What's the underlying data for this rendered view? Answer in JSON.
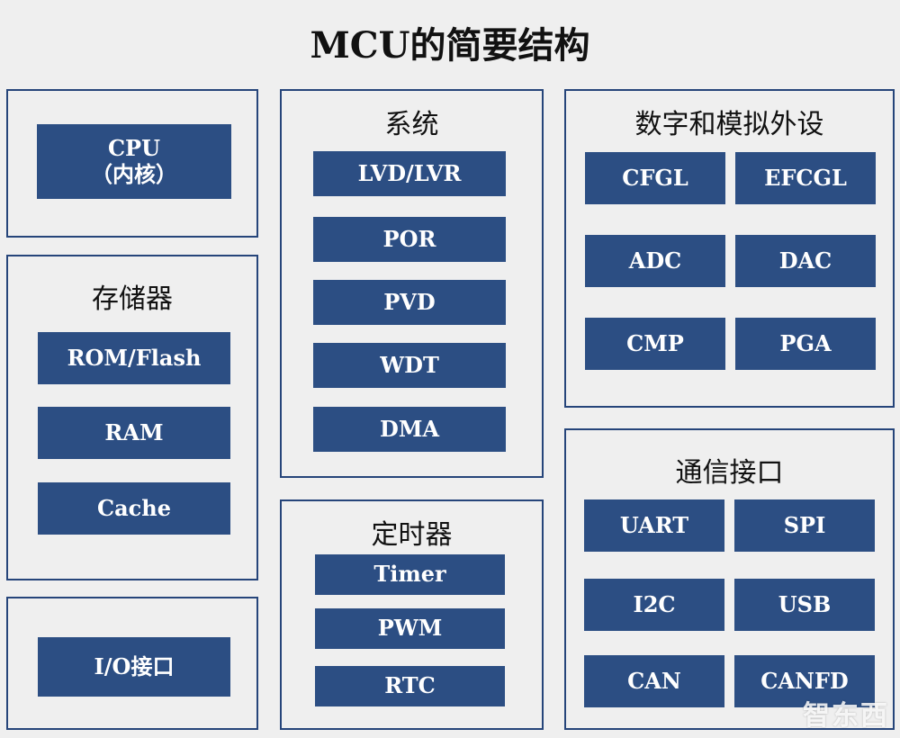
{
  "title": "MCU的简要结构",
  "cpu": {
    "line1": "CPU",
    "line2": "（内核）"
  },
  "memory": {
    "title": "存储器",
    "items": [
      "ROM/Flash",
      "RAM",
      "Cache"
    ]
  },
  "io": {
    "label": "I/O接口"
  },
  "system": {
    "title": "系统",
    "items": [
      "LVD/LVR",
      "POR",
      "PVD",
      "WDT",
      "DMA"
    ]
  },
  "timer": {
    "title": "定时器",
    "items": [
      "Timer",
      "PWM",
      "RTC"
    ]
  },
  "peripherals": {
    "title": "数字和模拟外设",
    "items": [
      "CFGL",
      "EFCGL",
      "ADC",
      "DAC",
      "CMP",
      "PGA"
    ]
  },
  "comm": {
    "title": "通信接口",
    "items": [
      "UART",
      "SPI",
      "I2C",
      "USB",
      "CAN",
      "CANFD"
    ]
  },
  "watermark": "智东西",
  "colors": {
    "box": "#2c4e83",
    "border": "#26457a",
    "background": "#efefef"
  }
}
